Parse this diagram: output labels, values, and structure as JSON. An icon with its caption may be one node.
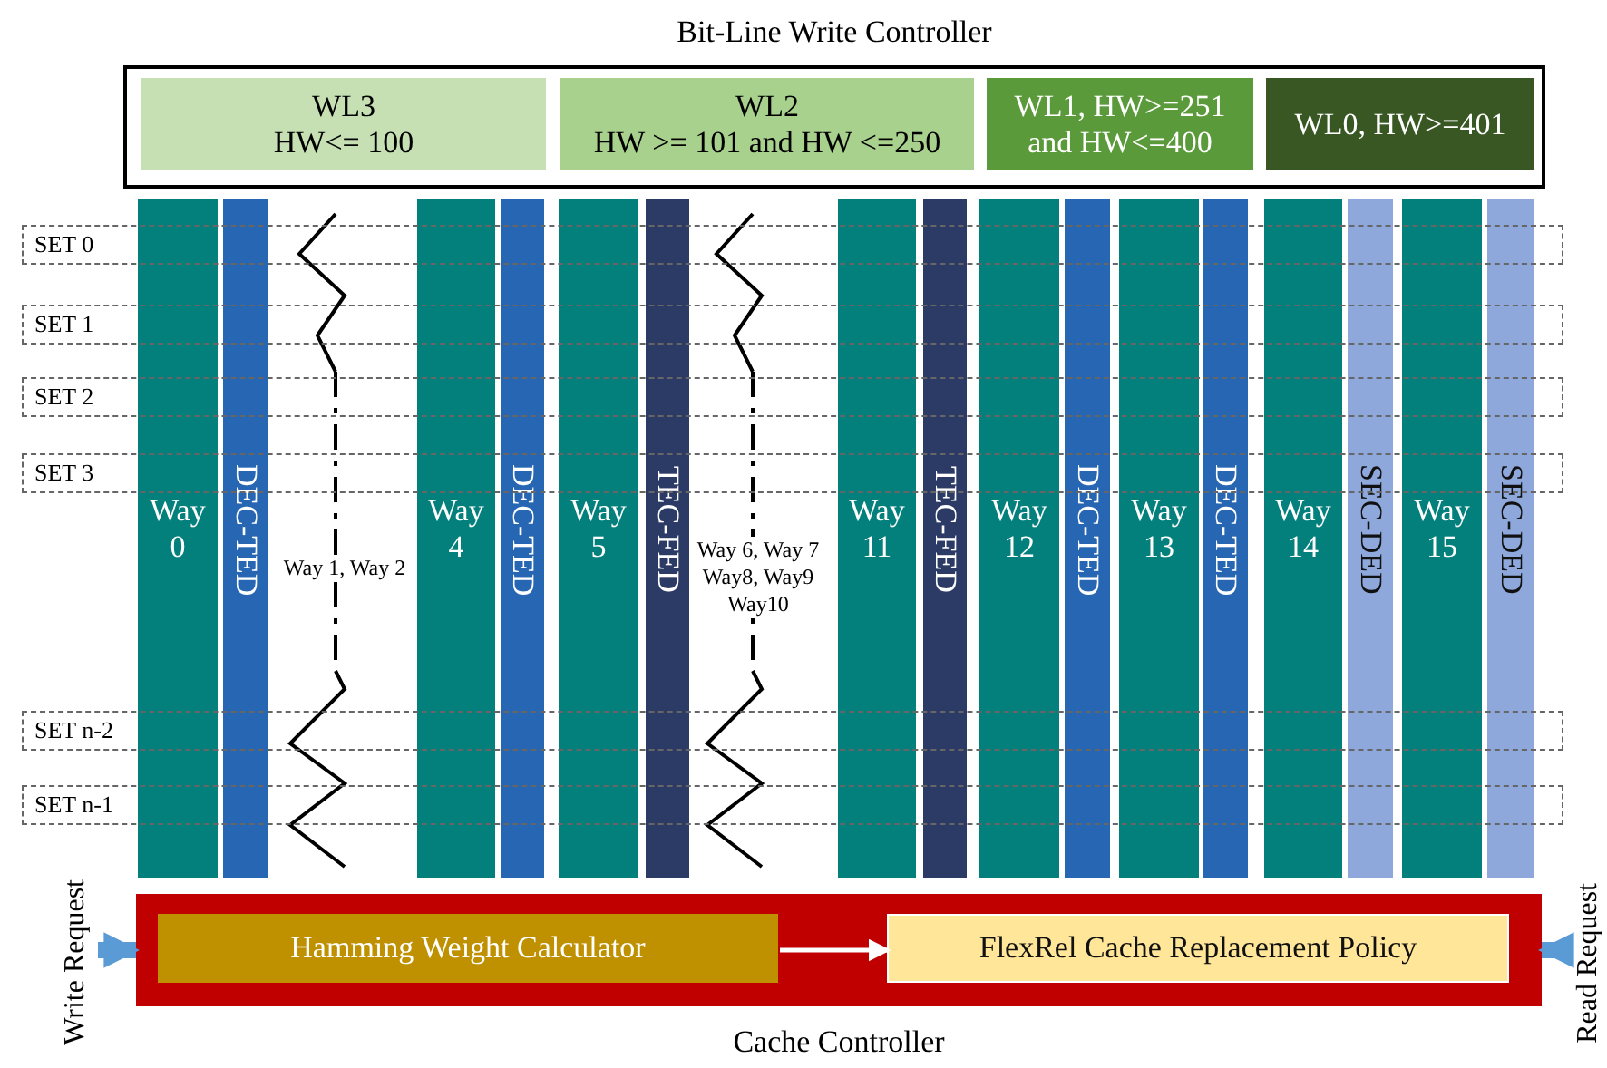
{
  "diagram": {
    "nodes": [
      {
        "text": [
          "Bit-Line Write Controller"
        ]
      },
      {
        "text": [
          "WL3",
          "HW<= 100"
        ],
        "in": 0
      },
      {
        "text": [
          "WL2",
          "HW >= 101 and HW <=250"
        ],
        "in": 0
      },
      {
        "text": [
          "WL1, HW>=251 and HW<=400"
        ],
        "in": 0
      },
      {
        "text": [
          "WL0, HW>=401"
        ],
        "in": 0
      },
      {
        "text": [
          "Way 0"
        ]
      },
      {
        "text": [
          "DEC-TED"
        ]
      },
      {
        "text": [
          "Way 4"
        ]
      },
      {
        "text": [
          "DEC-TED"
        ]
      },
      {
        "text": [
          "Way 5"
        ]
      },
      {
        "text": [
          "TEC-FED"
        ]
      },
      {
        "text": [
          "Way 11"
        ]
      },
      {
        "text": [
          "TEC-FED"
        ]
      },
      {
        "text": [
          "Way 12"
        ]
      },
      {
        "text": [
          "DEC-TED"
        ]
      },
      {
        "text": [
          "Way 13"
        ]
      },
      {
        "text": [
          "DEC-TED"
        ]
      },
      {
        "text": [
          "Way 14"
        ]
      },
      {
        "text": [
          "SEC-DED"
        ]
      },
      {
        "text": [
          "Way 15"
        ]
      },
      {
        "text": [
          "SEC-DED"
        ]
      },
      {
        "text": [
          "SET 0"
        ]
      },
      {
        "text": [
          "SET 1"
        ]
      },
      {
        "text": [
          "SET 2"
        ]
      },
      {
        "text": [
          "SET 3"
        ]
      },
      {
        "text": [
          "SET n-2"
        ]
      },
      {
        "text": [
          "SET n-1"
        ]
      },
      {
        "text": [
          "Cache Controller"
        ]
      },
      {
        "text": [
          "Hamming Weight Calculator"
        ],
        "in": 27
      },
      {
        "text": [
          "FlexRel Cache Replacement Policy"
        ],
        "in": 27
      },
      {
        "text": [
          "Write Request"
        ]
      },
      {
        "text": [
          "Read Request"
        ]
      }
    ],
    "edges": [
      {
        "from": 30,
        "to": 27,
        "arrow": "to"
      },
      {
        "from": 31,
        "to": 27,
        "arrow": "to"
      },
      {
        "from": 28,
        "to": 29,
        "arrow": "to",
        "color": "#ffffff"
      }
    ],
    "labels": [
      "Way 1, Way 2",
      "Way 6, Way 7 Way8, Way9 Way10"
    ]
  }
}
